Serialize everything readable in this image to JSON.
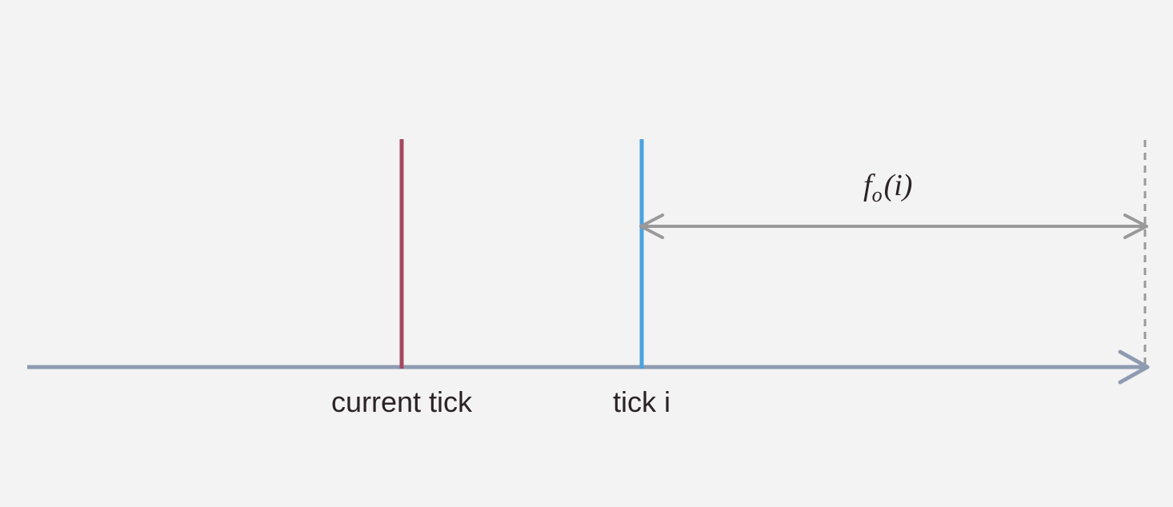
{
  "diagram": {
    "labels": {
      "current_tick": "current tick",
      "tick_i": "tick i",
      "distance_function": "f",
      "distance_function_subscript": "o",
      "distance_function_argument": "(i)"
    },
    "colors": {
      "background": "#f3f3f3",
      "axis": "#8e9bb2",
      "current_tick_marker": "#a5495f",
      "tick_i_marker": "#4aa3e0",
      "distance_arrow": "#999999",
      "boundary_line": "#9a9a9a",
      "text": "#2b2326"
    }
  }
}
